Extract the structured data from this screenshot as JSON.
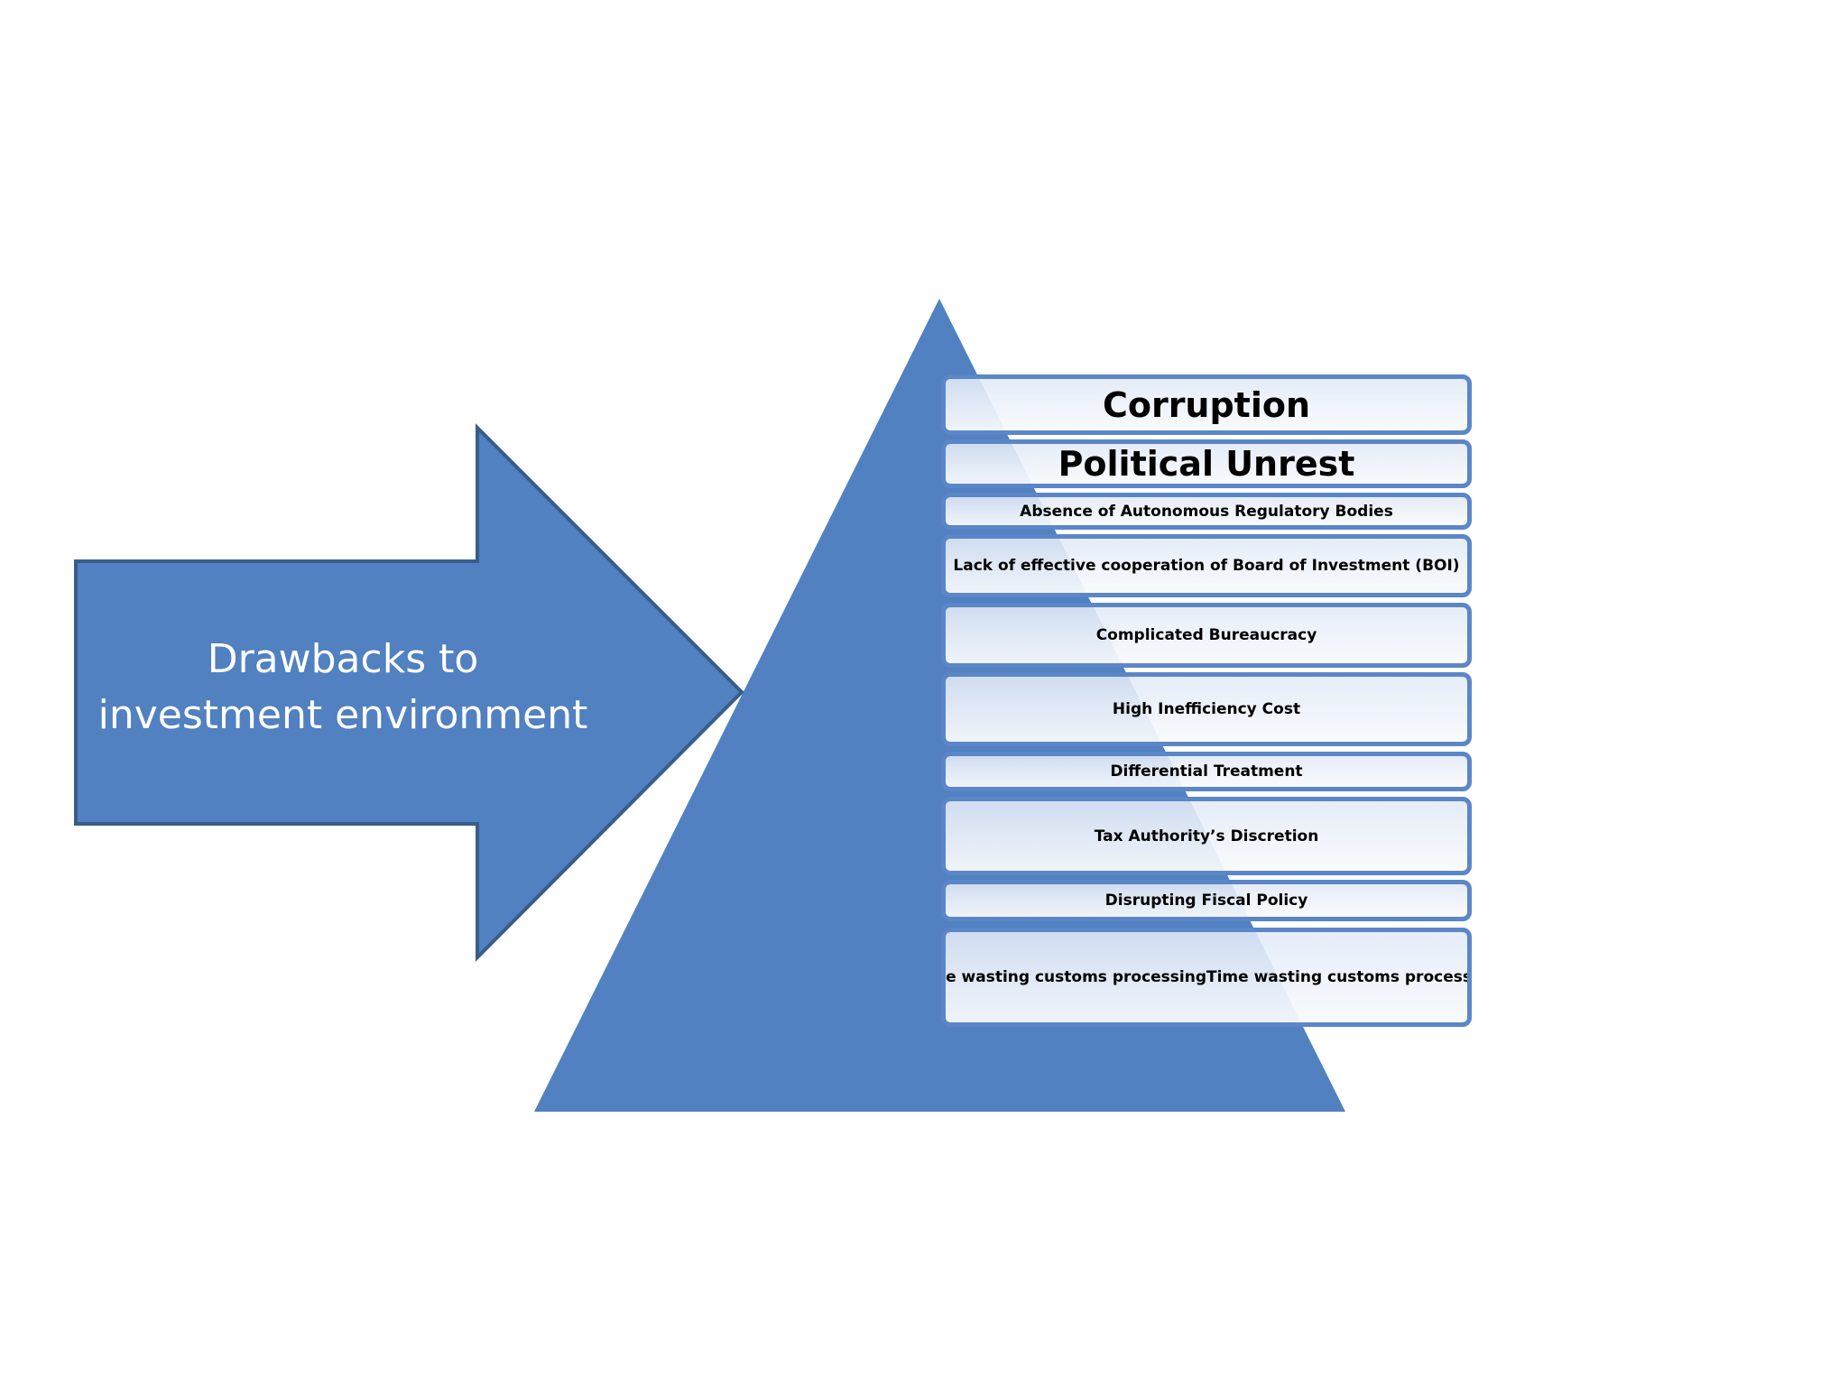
{
  "arrow": {
    "label": "Drawbacks to investment environment"
  },
  "colors": {
    "shape_fill": "#5181c0",
    "shape_border": "#385d8a",
    "tier_border": "#5b86c8",
    "tier_fill": "#f3f6fb"
  },
  "tiers": [
    {
      "label": "Corruption"
    },
    {
      "label": "Political Unrest"
    },
    {
      "label": "Absence of Autonomous Regulatory Bodies"
    },
    {
      "label": "Lack of effective cooperation of Board of Investment (BOI)"
    },
    {
      "label": "Complicated Bureaucracy"
    },
    {
      "label": "High Inefficiency Cost"
    },
    {
      "label": "Differential Treatment"
    },
    {
      "label": "Tax Authority’s Discretion"
    },
    {
      "label": "Disrupting Fiscal Policy"
    },
    {
      "label": "Time wasting customs processingTime wasting customs processing"
    }
  ]
}
